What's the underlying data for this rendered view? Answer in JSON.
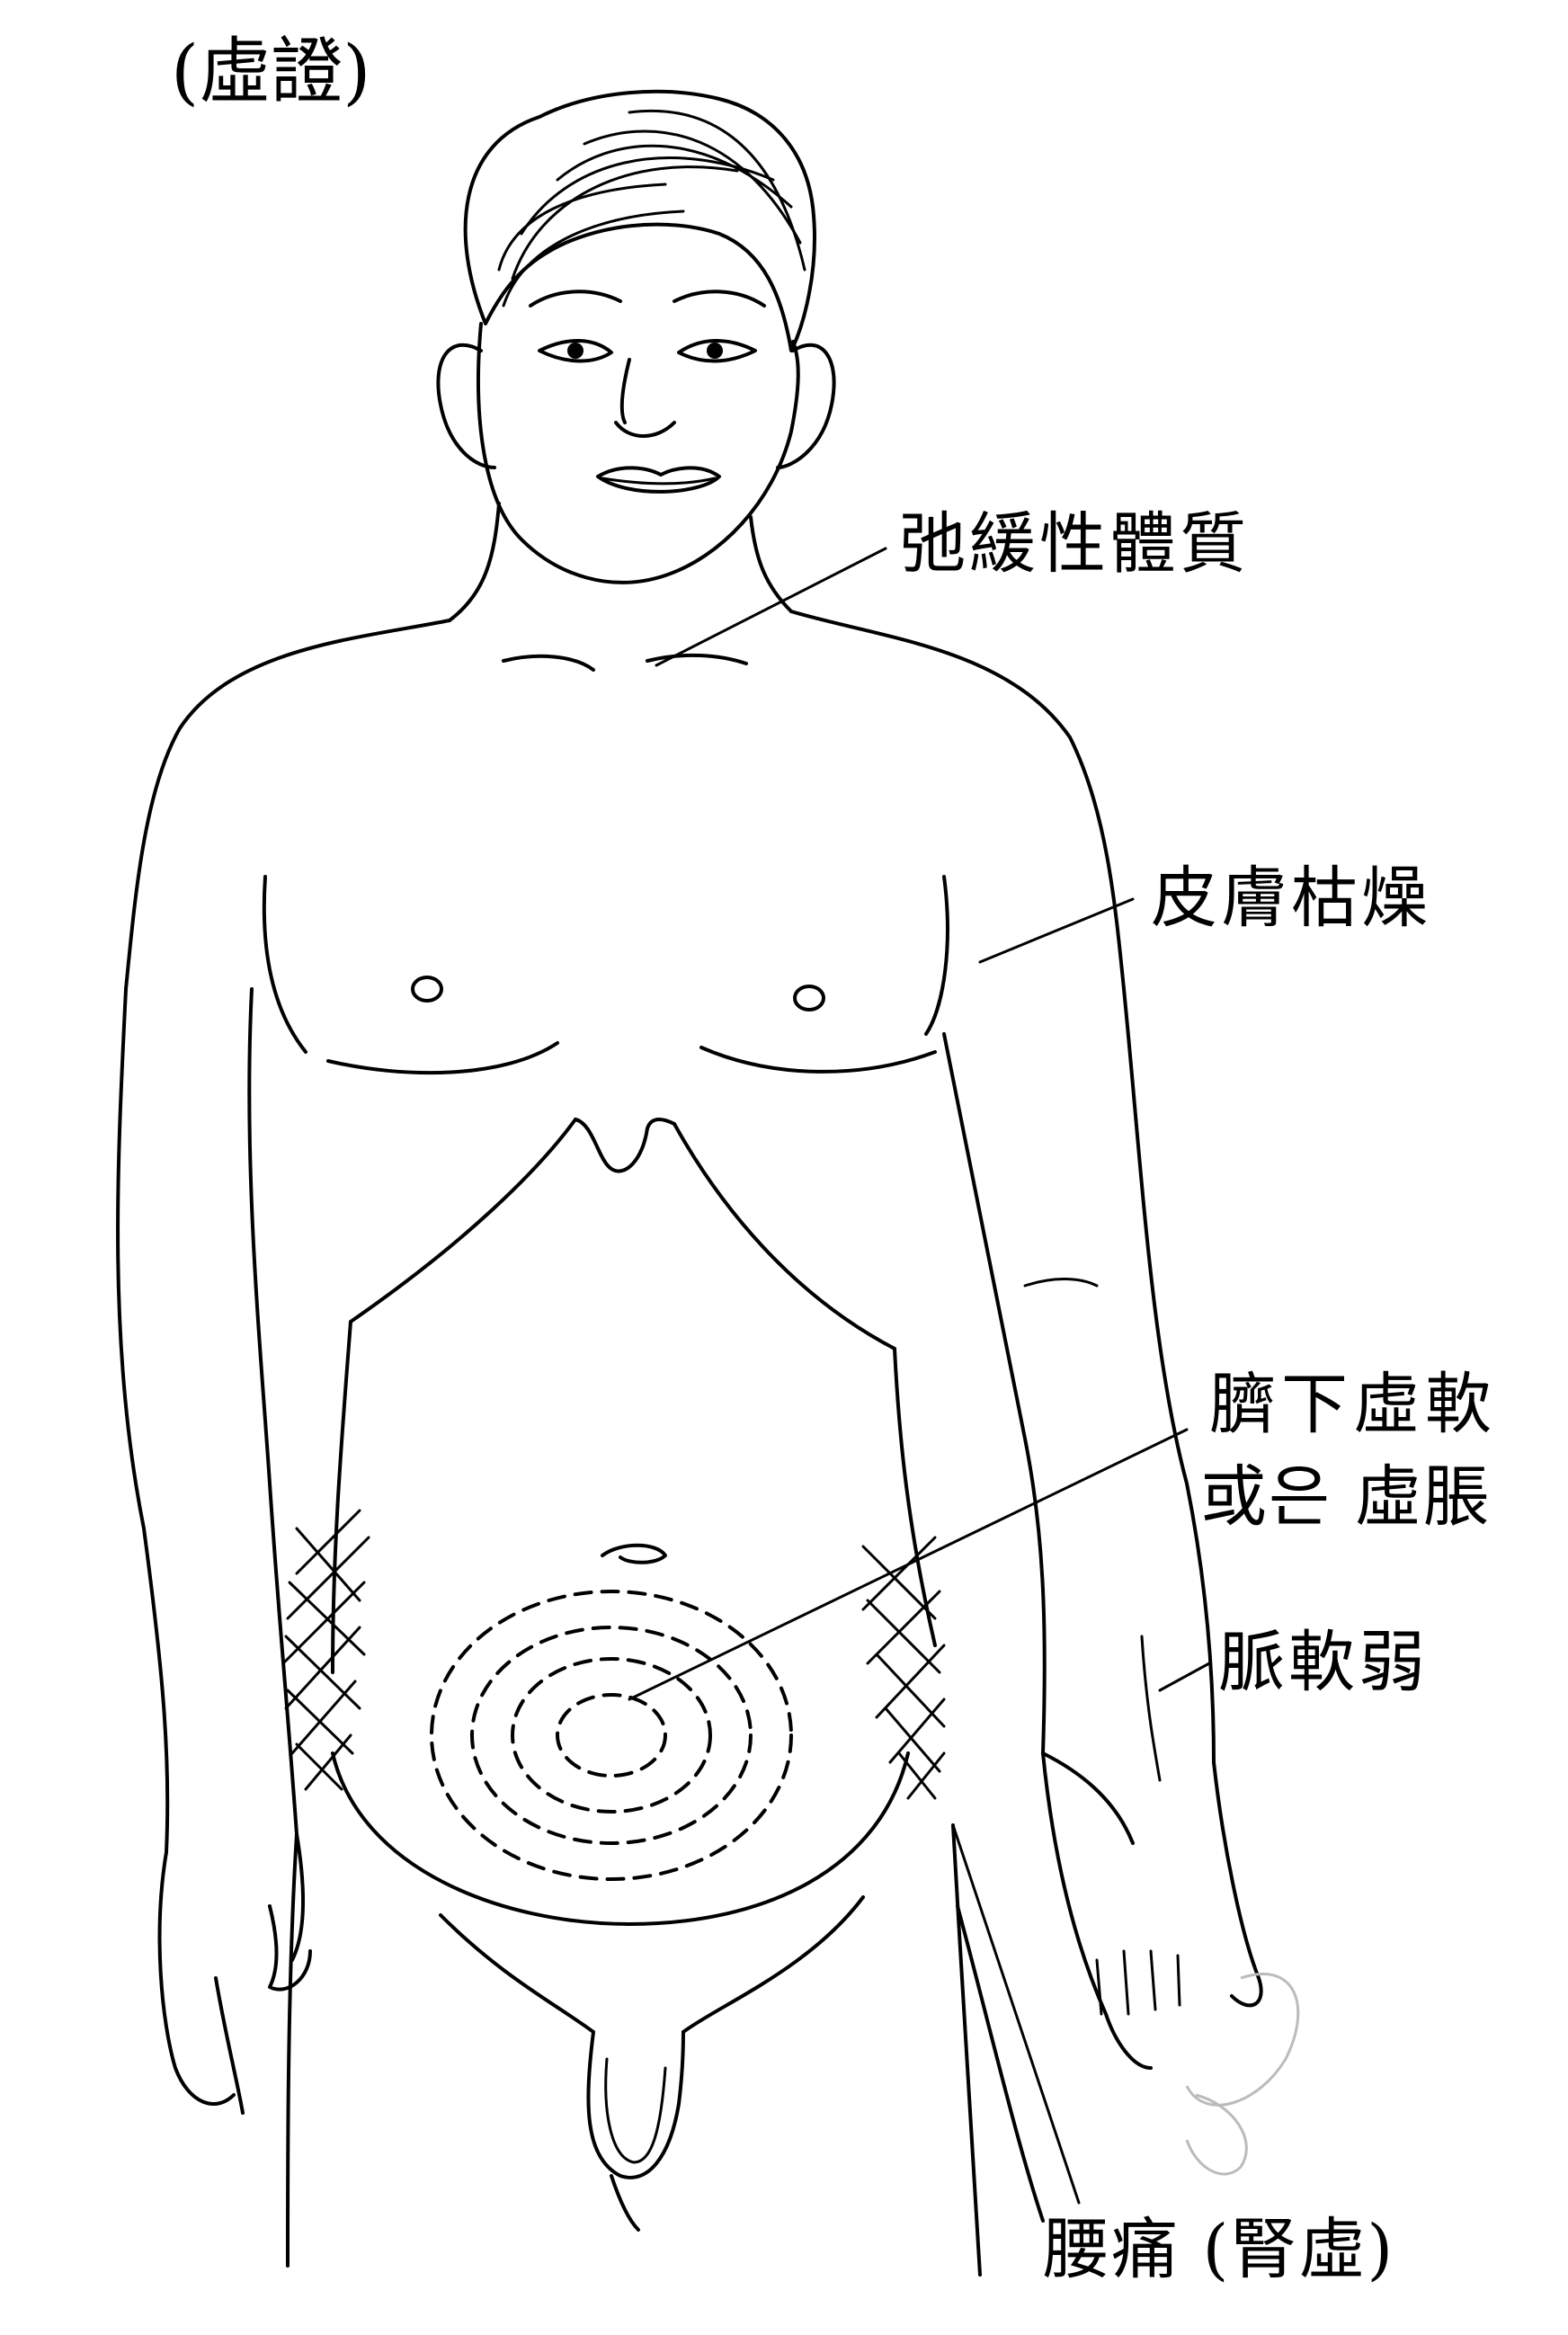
{
  "title": "(虛證)",
  "labels": {
    "constitution": "弛緩性體質",
    "skin": "皮膚枯燥",
    "abdomen_line1": "臍下虛軟",
    "abdomen_line2": "或은  虛脹",
    "pulse": "脈軟弱",
    "back_pain": "腰痛 (腎虛)"
  }
}
